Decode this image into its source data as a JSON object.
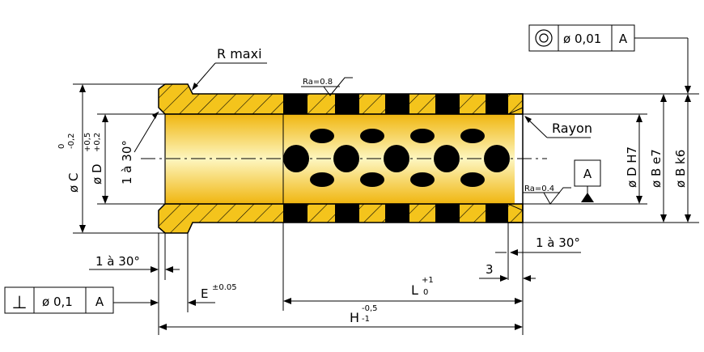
{
  "labels": {
    "r_maxi": "R maxi",
    "rayon": "Rayon",
    "ra_top": "Ra=0.8",
    "ra_bottom": "Ra=0.4",
    "chamfer_left_vertical": "1 à 30°",
    "chamfer_left_bottom": "1 à 30°",
    "chamfer_right": "1 à 30°",
    "dim_three": "3",
    "datum_box": "A"
  },
  "dimensions": {
    "c_label": "ø C",
    "c_tol_upper": "0",
    "c_tol_lower": "-0,2",
    "d_left_label": "ø D",
    "d_left_tol_upper": "+0,5",
    "d_left_tol_lower": "+0,2",
    "d_h7": "ø D H7",
    "b_e7": "ø B e7",
    "b_k6": "ø B k6",
    "e_label": "E",
    "e_tol": "±0.05",
    "l_label": "L",
    "l_tol_upper": "+1",
    "l_tol_lower": "0",
    "h_label": "H",
    "h_tol_upper": "-0,5",
    "h_tol_lower": "-1"
  },
  "tolerance_frames": {
    "concentricity": {
      "symbol": "concentricity",
      "value": "ø 0,01",
      "datum": "A"
    },
    "perpendicularity": {
      "symbol": "⊥",
      "value": "ø 0,1",
      "datum": "A"
    }
  },
  "colors": {
    "bronze_light": "#fdf3b0",
    "bronze_mid": "#f3c61d",
    "bronze_dark": "#d89a08",
    "graphite": "#000000"
  }
}
